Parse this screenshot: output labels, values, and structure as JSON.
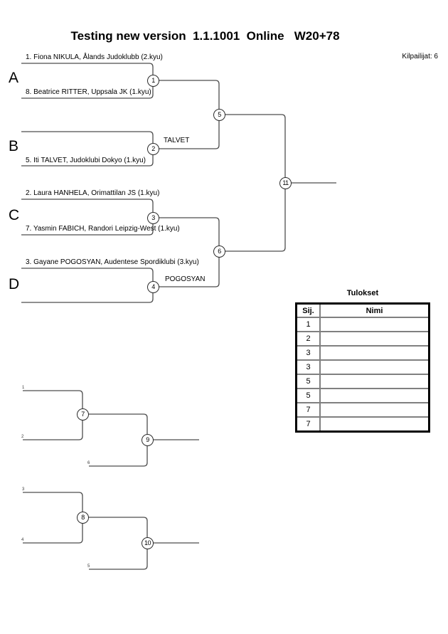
{
  "header": {
    "title": "Testing new version  1.1.1001  Online   W20+78",
    "participants": "Kilpailijat: 6"
  },
  "main_bracket": {
    "pool_a": {
      "letter": "A",
      "seed_top": "1. Fiona NIKULA, Ålands Judoklubb (2.kyu)",
      "seed_bottom": "8. Beatrice RITTER, Uppsala JK (1.kyu)",
      "match_number": "1"
    },
    "pool_b": {
      "letter": "B",
      "seed_bottom": "5. Iti TALVET, Judoklubi Dokyo (1.kyu)",
      "match_number": "2",
      "winner_label": "TALVET"
    },
    "pool_c": {
      "letter": "C",
      "seed_top": "2. Laura HANHELA, Orimattilan JS (1.kyu)",
      "seed_bottom": "7. Yasmin FABICH, Randori Leipzig-West (1.kyu)",
      "match_number": "3"
    },
    "pool_d": {
      "letter": "D",
      "seed_top": "3. Gayane POGOSYAN, Audentese Spordiklubi (3.kyu)",
      "match_number": "4",
      "winner_label": "POGOSYAN"
    },
    "semifinal_top_match": "5",
    "semifinal_bottom_match": "6",
    "final_match": "11"
  },
  "repechage_top": {
    "feed_top": "1",
    "feed_bottom": "2",
    "feed_second": "6",
    "match_first": "7",
    "match_second": "9"
  },
  "repechage_bottom": {
    "feed_top": "3",
    "feed_bottom": "4",
    "feed_second": "5",
    "match_first": "8",
    "match_second": "10"
  },
  "results": {
    "title": "Tulokset",
    "col_position": "Sij.",
    "col_name": "Nimi",
    "rows": [
      {
        "sij": "1",
        "nimi": ""
      },
      {
        "sij": "2",
        "nimi": ""
      },
      {
        "sij": "3",
        "nimi": ""
      },
      {
        "sij": "3",
        "nimi": ""
      },
      {
        "sij": "5",
        "nimi": ""
      },
      {
        "sij": "5",
        "nimi": ""
      },
      {
        "sij": "7",
        "nimi": ""
      },
      {
        "sij": "7",
        "nimi": ""
      }
    ]
  },
  "colors": {
    "line": "#4d4d4d",
    "text": "#000000",
    "background": "#ffffff",
    "table_grid": "#808080"
  }
}
